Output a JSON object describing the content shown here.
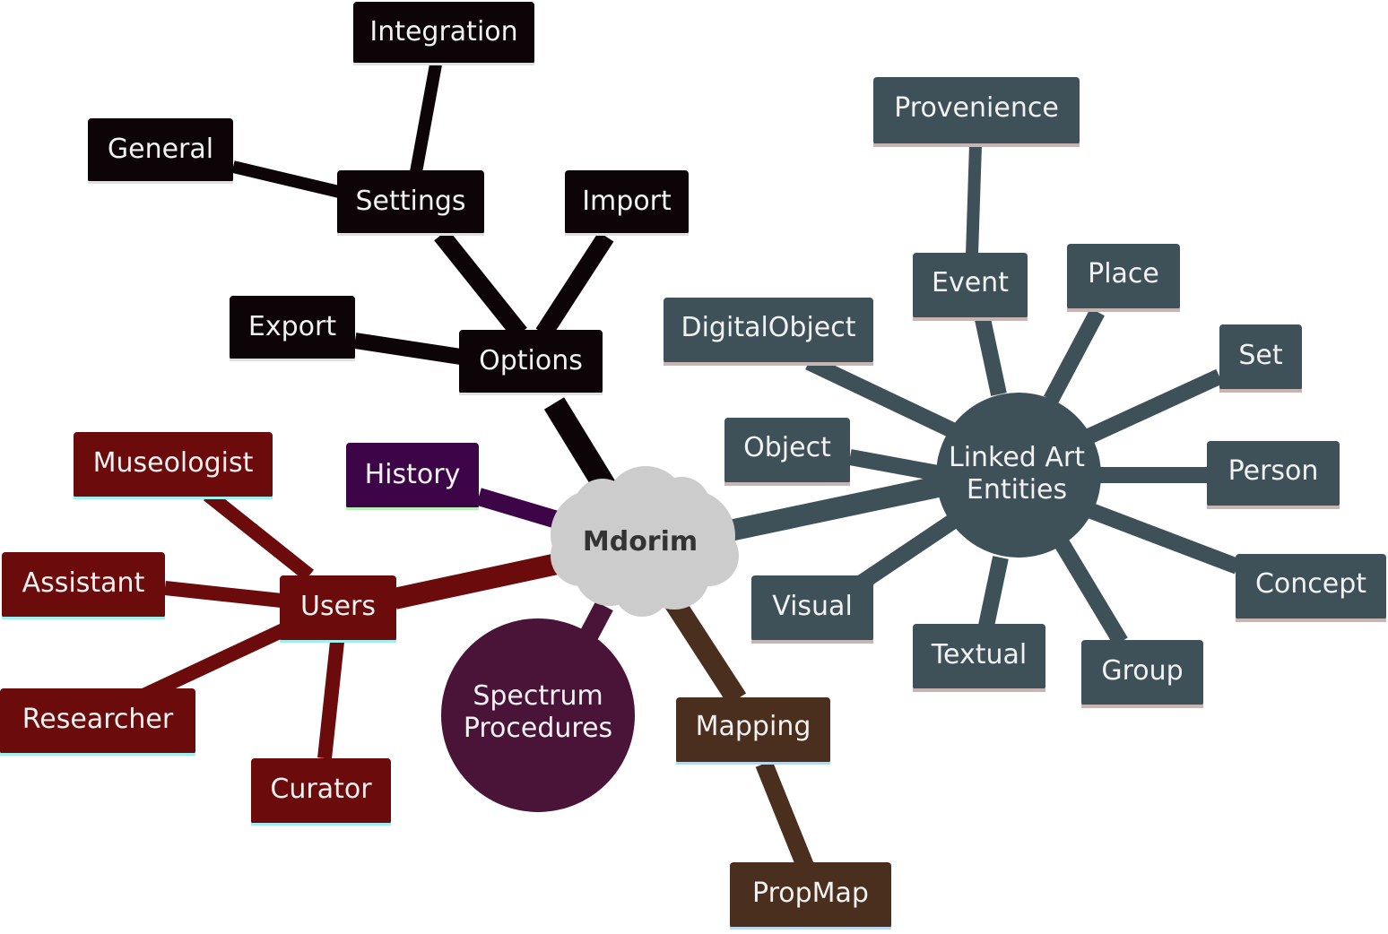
{
  "root": {
    "label": "Mdorim"
  },
  "colors": {
    "options": "#0c0406",
    "users": "#6b0b0b",
    "history": "#3d0548",
    "spectrum": "#4a1438",
    "mapping": "#4a2e1e",
    "linked_art": "#3e5058",
    "root": "#cccccc"
  },
  "branches": {
    "options": {
      "label": "Options",
      "children": {
        "export": "Export",
        "import": "Import",
        "settings": {
          "label": "Settings",
          "children": {
            "general": "General",
            "integration": "Integration"
          }
        }
      }
    },
    "history": {
      "label": "History"
    },
    "users": {
      "label": "Users",
      "children": {
        "museologist": "Museologist",
        "assistant": "Assistant",
        "researcher": "Researcher",
        "curator": "Curator"
      }
    },
    "spectrum": {
      "label_line1": "Spectrum",
      "label_line2": "Procedures"
    },
    "mapping": {
      "label": "Mapping",
      "children": {
        "propmap": "PropMap"
      }
    },
    "linked_art": {
      "label_line1": "Linked Art",
      "label_line2": "Entities",
      "children": {
        "digitalobject": "DigitalObject",
        "event": "Event",
        "provenience": "Provenience",
        "place": "Place",
        "set": "Set",
        "person": "Person",
        "concept": "Concept",
        "group": "Group",
        "textual": "Textual",
        "visual": "Visual",
        "object": "Object"
      }
    }
  }
}
